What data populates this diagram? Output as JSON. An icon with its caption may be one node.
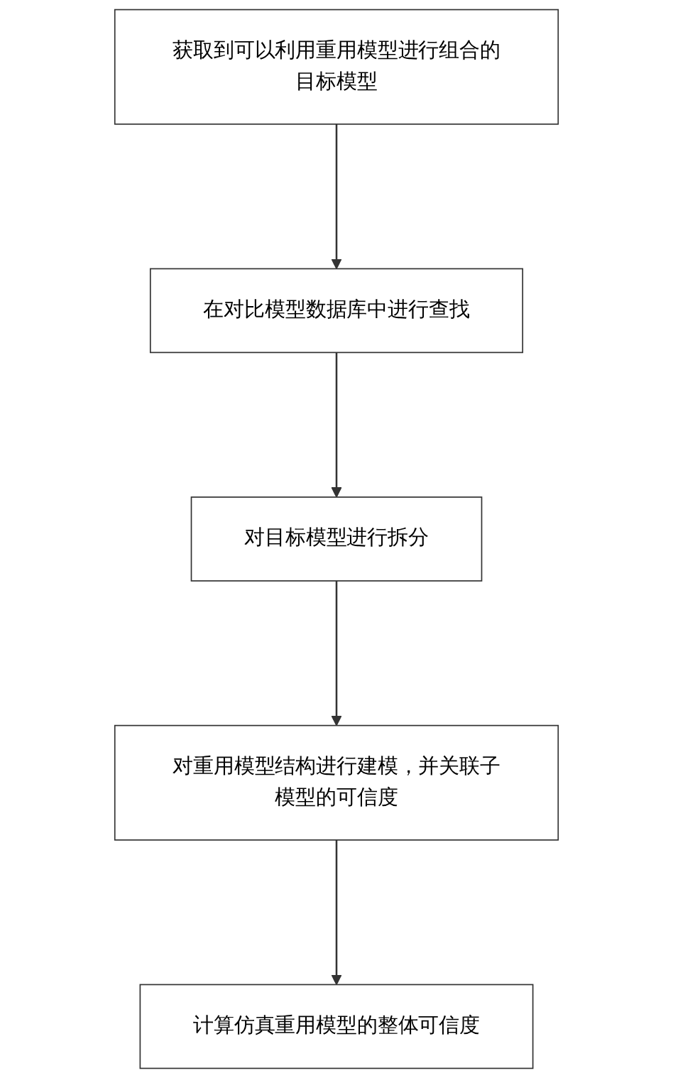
{
  "diagram": {
    "nodes": [
      {
        "text": [
          "获取到可以利用重用模型进行组合的目标模型"
        ]
      },
      {
        "text": [
          "在对比模型数据库中进行查找"
        ]
      },
      {
        "text": [
          "对目标模型进行拆分"
        ]
      },
      {
        "text": [
          "对重用模型结构进行建模，并关联子模型的可信度"
        ]
      },
      {
        "text": [
          "计算仿真重用模型的整体可信度"
        ]
      }
    ],
    "edges": [
      {
        "from": 0,
        "to": 1,
        "arrow": "to"
      },
      {
        "from": 1,
        "to": 2,
        "arrow": "to"
      },
      {
        "from": 2,
        "to": 3,
        "arrow": "to"
      },
      {
        "from": 3,
        "to": 4,
        "arrow": "to"
      }
    ]
  }
}
